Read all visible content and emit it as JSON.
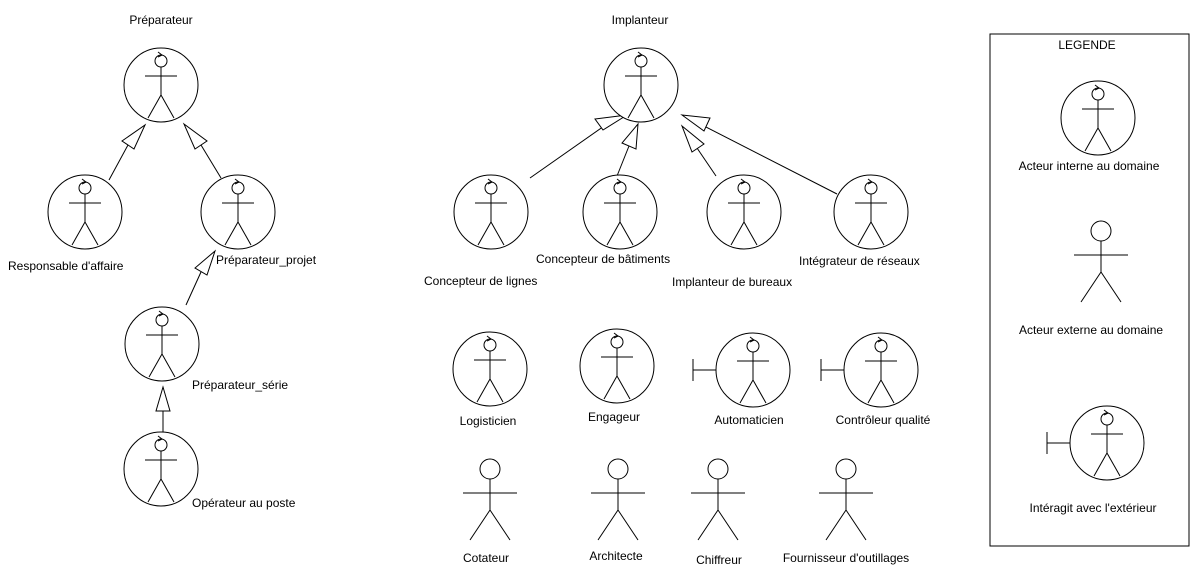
{
  "actors": {
    "preparateur": "Préparateur",
    "responsable_affaire": "Responsable d'affaire",
    "preparateur_projet": "Préparateur_projet",
    "preparateur_serie": "Préparateur_série",
    "operateur_poste": "Opérateur au poste",
    "implanteur": "Implanteur",
    "concepteur_lignes": "Concepteur de lignes",
    "concepteur_batiments": "Concepteur de bâtiments",
    "implanteur_bureaux": "Implanteur de bureaux",
    "integrateur_reseaux": "Intégrateur de réseaux",
    "logisticien": "Logisticien",
    "engageur": "Engageur",
    "automaticien": "Automaticien",
    "controleur_qualite": "Contrôleur qualité",
    "cotateur": "Cotateur",
    "architecte": "Architecte",
    "chiffreur": "Chiffreur",
    "fournisseur_outillages": "Fournisseur d'outillages"
  },
  "legend": {
    "title": "LEGENDE",
    "internal": "Acteur interne au domaine",
    "external": "Acteur externe au domaine",
    "interacts": "Intéragit avec l'extérieur"
  },
  "icons": {
    "internal_actor": "circle-stick-figure-icon",
    "external_actor": "stick-figure-icon",
    "boundary_actor": "boundary-circle-stick-figure-icon",
    "generalization": "hollow-triangle-arrow-icon"
  }
}
